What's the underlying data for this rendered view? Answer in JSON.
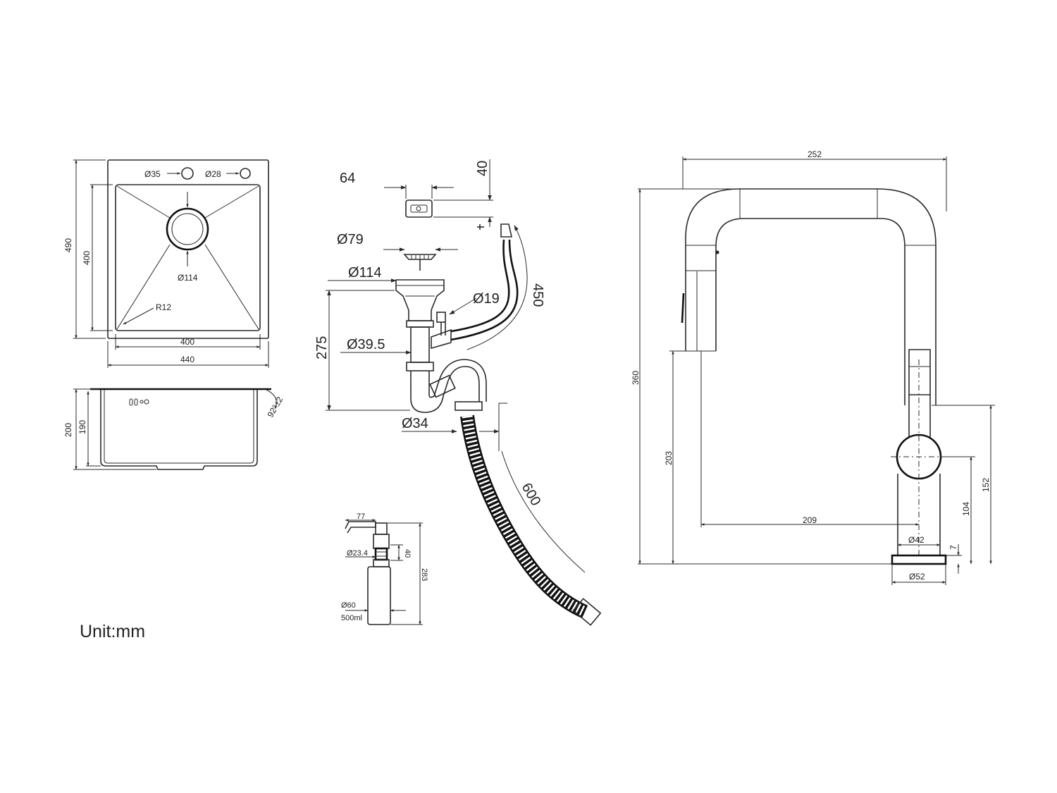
{
  "unit_label": "Unit:mm",
  "sink_top": {
    "hole_35": "Ø35",
    "hole_28": "Ø28",
    "drain": "Ø114",
    "radius": "R12",
    "inner_width": "400",
    "outer_width": "440",
    "outer_height": "490",
    "inner_height": "400"
  },
  "sink_side": {
    "height_outer": "200",
    "height_inner": "190",
    "angle": "92°±2"
  },
  "drain_kit": {
    "overflow_width": "64",
    "overflow_height": "40",
    "strainer": "Ø79",
    "basket": "Ø114",
    "overflow_pipe": "Ø19",
    "hose_length": "450",
    "tail": "Ø39.5",
    "depth": "275",
    "outlet": "Ø34",
    "drain_hose": "600"
  },
  "dispenser": {
    "spout": "77",
    "thread": "Ø23.4",
    "thread_len": "40",
    "height": "283",
    "bottle": "Ø60",
    "capacity": "500ml"
  },
  "faucet": {
    "reach_total": "252",
    "height": "360",
    "spout_height": "203",
    "reach": "209",
    "lever_height": "152",
    "lever_center": "104",
    "body_dia": "Ø42",
    "base_thk": "7",
    "base_dia": "Ø52"
  }
}
